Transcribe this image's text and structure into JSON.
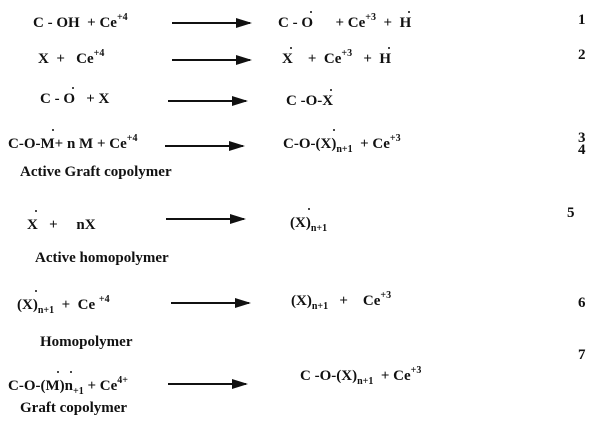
{
  "reactions": [
    {
      "number": "1",
      "reactant": [
        {
          "t": "C - OH  + Ce"
        },
        {
          "sup": "+4"
        }
      ],
      "product": [
        {
          "t": "C - "
        },
        {
          "t": "O",
          "dot": true
        },
        {
          "t": "      + Ce"
        },
        {
          "sup": "+3"
        },
        {
          "t": "  +  "
        },
        {
          "t": "H",
          "dot": true
        }
      ]
    },
    {
      "number": "2",
      "reactant": [
        {
          "t": "X  +   Ce"
        },
        {
          "sup": "+4"
        }
      ],
      "product": [
        {
          "t": "X",
          "dot": true
        },
        {
          "t": "    +  Ce"
        },
        {
          "sup": "+3"
        },
        {
          "t": "   +  "
        },
        {
          "t": "H",
          "dot": true
        }
      ]
    },
    {
      "number": "3",
      "reactant": [
        {
          "t": "C - "
        },
        {
          "t": "O",
          "dot": true
        },
        {
          "t": "   + X"
        }
      ],
      "product": [
        {
          "t": "C -O-"
        },
        {
          "t": "X",
          "dot": true
        }
      ]
    },
    {
      "number": "4",
      "reactant": [
        {
          "t": "C-O-"
        },
        {
          "t": "M",
          "dot": true,
          "up": true
        },
        {
          "t": "+ n M + Ce"
        },
        {
          "sup": "+4"
        }
      ],
      "product": [
        {
          "t": "C-O-(X"
        },
        {
          "t": ")",
          "dot": true,
          "up": true
        },
        {
          "sub": "n+1"
        },
        {
          "t": "  + Ce"
        },
        {
          "sup": "+3"
        }
      ],
      "label": "Active Graft copolymer"
    },
    {
      "number": "5",
      "reactant": [
        {
          "t": "X",
          "dot": true,
          "up": true
        },
        {
          "t": "   +     nX"
        }
      ],
      "product": [
        {
          "t": "(X"
        },
        {
          "t": ")",
          "dot": true,
          "up": true
        },
        {
          "sub": "n+1"
        }
      ],
      "label": "Active homopolymer"
    },
    {
      "number": "6",
      "reactant": [
        {
          "t": "(X"
        },
        {
          "t": ")",
          "dot": true,
          "up": true
        },
        {
          "sub": "n+1"
        },
        {
          "t": "  +  Ce "
        },
        {
          "sup": "+4"
        }
      ],
      "product": [
        {
          "t": "(X)"
        },
        {
          "sub": "n+1"
        },
        {
          "t": "   +    Ce"
        },
        {
          "sup": "+3"
        }
      ],
      "label": "Homopolymer"
    },
    {
      "number": "7",
      "reactant": [
        {
          "t": "C-O-("
        },
        {
          "t": "M",
          "dot": true,
          "up": true
        },
        {
          "t": ")"
        },
        {
          "t": "n",
          "dot": true,
          "up": true
        },
        {
          "sub": "+1"
        },
        {
          "t": " + Ce"
        },
        {
          "sup": "4+"
        }
      ],
      "product": [
        {
          "t": "C -O-(X)"
        },
        {
          "sub": "n+1"
        },
        {
          "t": "  + Ce"
        },
        {
          "sup": "+3"
        }
      ],
      "label": "Graft copolymer"
    }
  ]
}
